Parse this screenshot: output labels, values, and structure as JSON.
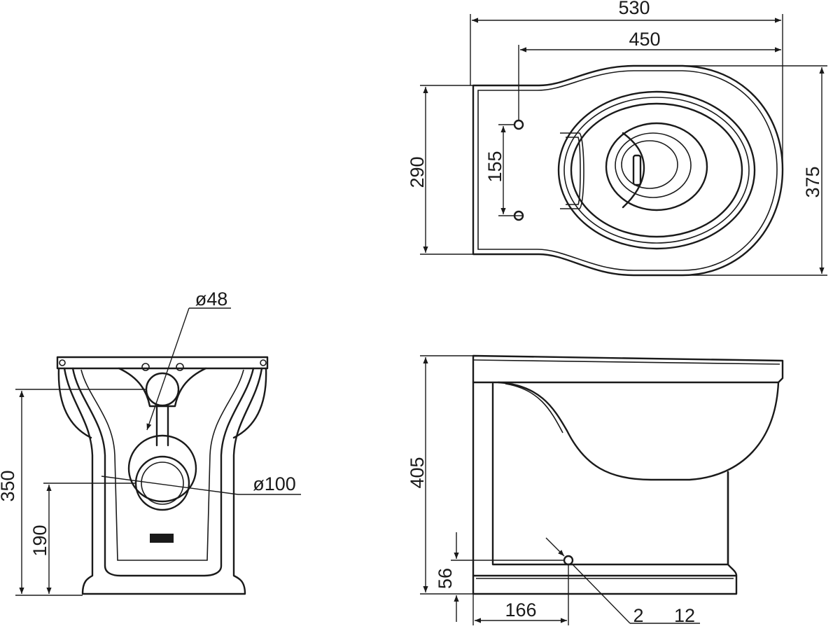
{
  "dimensions": {
    "top_view": {
      "overall_length": "530",
      "fixing_to_front": "450",
      "depth_at_back": "290",
      "overall_width": "375",
      "fixing_spacing": "155"
    },
    "rear_view": {
      "inlet_diameter": "ø48",
      "outlet_diameter": "ø100",
      "inlet_height": "350",
      "outlet_height": "190"
    },
    "side_view": {
      "overall_height": "405",
      "fixing_height": "56",
      "fixing_from_back": "166",
      "fixing_hole_count": "2",
      "fixing_hole_size": "12"
    }
  },
  "colors": {
    "line": "#1a1a1a",
    "background": "#ffffff"
  }
}
